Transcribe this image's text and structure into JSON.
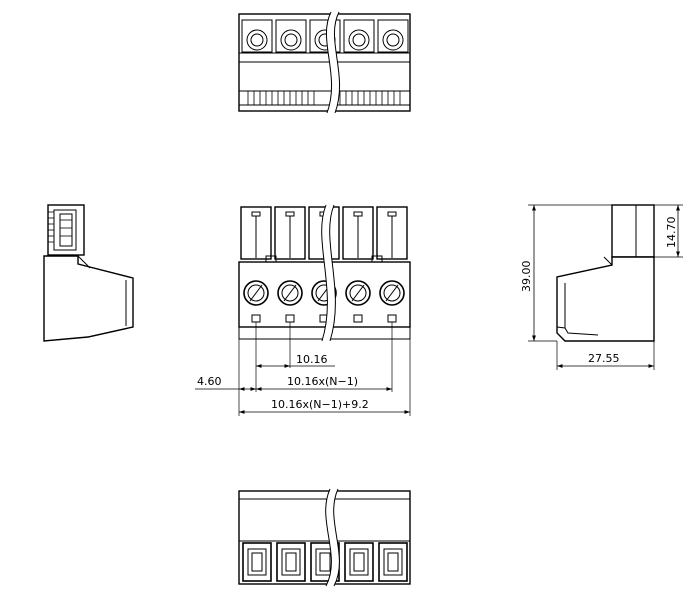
{
  "colors": {
    "line": "#000000",
    "background": "#ffffff"
  },
  "dimensions": {
    "pitch": "10.16",
    "offset": "4.60",
    "span": "10.16x(N−1)",
    "total_width": "10.16x(N−1)+9.2",
    "height": "39.00",
    "top_height": "14.70",
    "depth": "27.55"
  }
}
